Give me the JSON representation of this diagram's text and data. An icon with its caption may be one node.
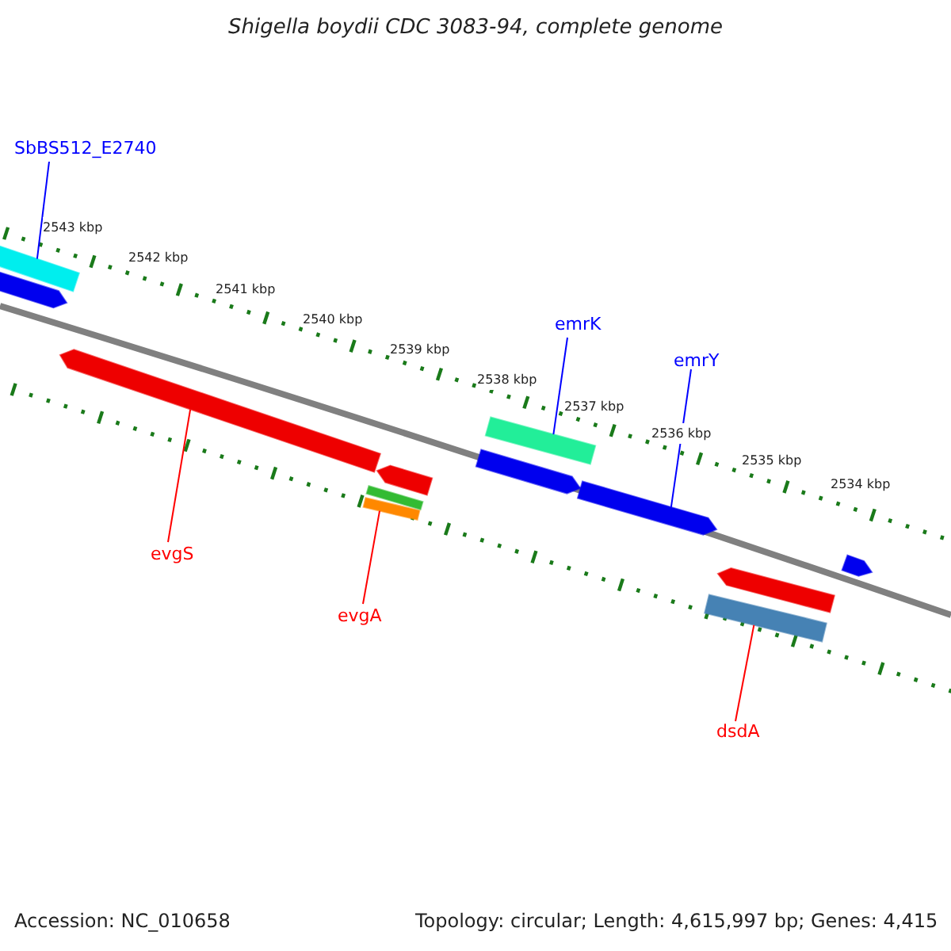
{
  "diagram": {
    "title": "Shigella boydii CDC 3083-94, complete genome",
    "nodes": [
      {
        "text": [
          "SbBS512_E2740"
        ]
      },
      {
        "text": [],
        "shape": "bar"
      },
      {
        "text": [
          "emrK"
        ]
      },
      {
        "text": [],
        "shape": "bar"
      },
      {
        "text": [
          "emrY"
        ]
      },
      {
        "text": [],
        "shape": "bar"
      },
      {
        "text": [
          "evgS"
        ]
      },
      {
        "text": [],
        "shape": "bar"
      },
      {
        "text": [
          "evgA"
        ]
      },
      {
        "text": [],
        "shape": "bar"
      },
      {
        "text": [
          "dsdA"
        ]
      },
      {
        "text": [],
        "shape": "bar"
      },
      {
        "text": [],
        "shape": "bar"
      },
      {
        "text": [],
        "shape": "bar"
      },
      {
        "text": [],
        "shape": "bar"
      },
      {
        "text": [],
        "shape": "bar"
      },
      {
        "text": [],
        "shape": "bar"
      },
      {
        "text": [],
        "shape": "bar"
      }
    ],
    "edges": [
      {
        "from": 0,
        "to": 1,
        "arrow": "none",
        "color": "#0000ff"
      },
      {
        "from": 2,
        "to": 3,
        "arrow": "none",
        "color": "#0000ff"
      },
      {
        "from": 4,
        "to": 5,
        "arrow": "none",
        "color": "#0000ff"
      },
      {
        "from": 6,
        "to": 7,
        "arrow": "none",
        "color": "#ff0000"
      },
      {
        "from": 8,
        "to": 9,
        "arrow": "none",
        "color": "#ff0000"
      },
      {
        "from": 10,
        "to": 11,
        "arrow": "none",
        "color": "#ff0000"
      }
    ],
    "labels": [
      "2543 kbp",
      "2542 kbp",
      "2541 kbp",
      "2540 kbp",
      "2539 kbp",
      "2538 kbp",
      "2537 kbp",
      "2536 kbp",
      "2535 kbp",
      "2534 kbp",
      "Accession: NC_010658",
      "Topology: circular; Length: 4,615,997 bp; Genes: 4,415"
    ]
  }
}
